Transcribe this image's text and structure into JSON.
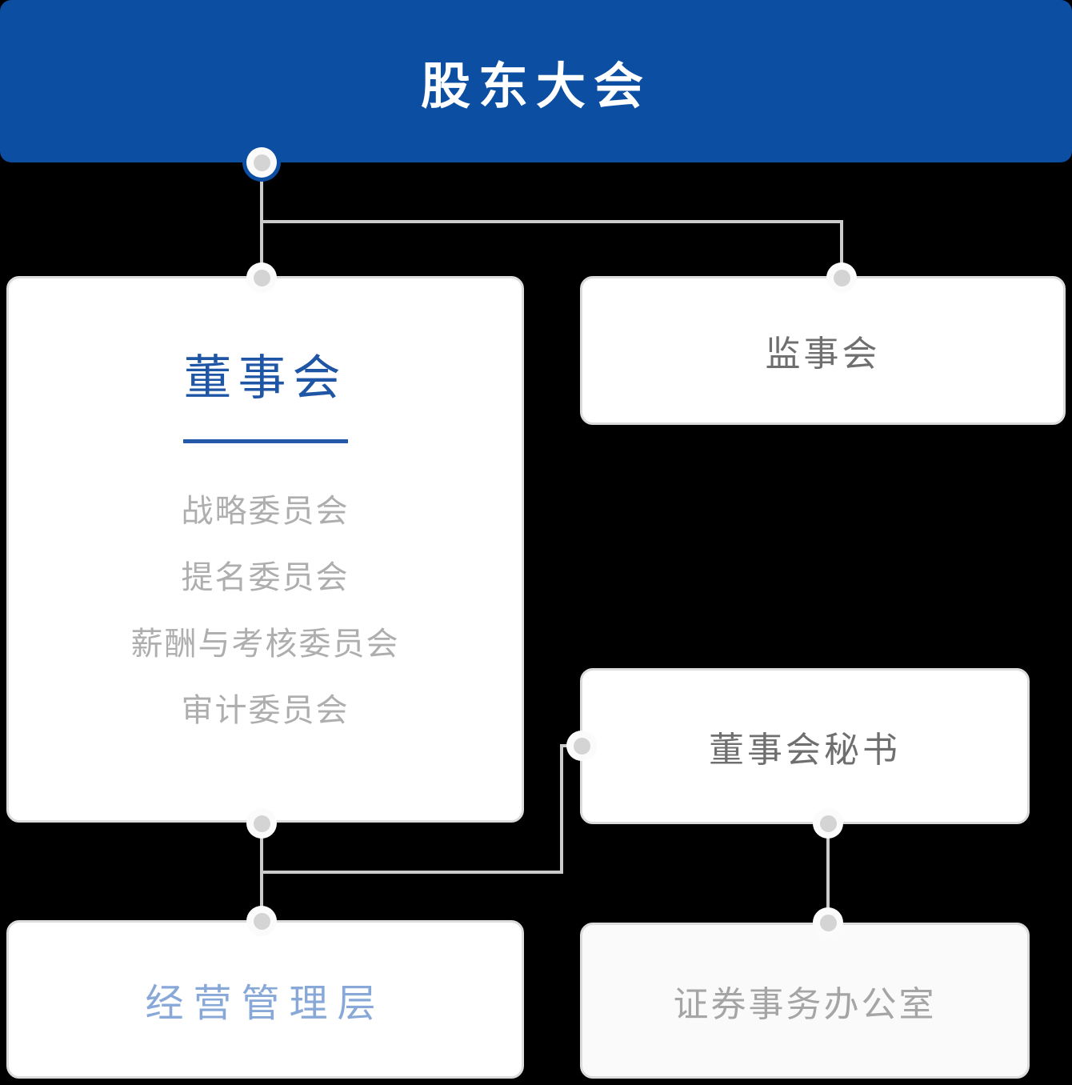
{
  "org_chart": {
    "root": {
      "label": "股东大会"
    },
    "board": {
      "title": "董事会",
      "committees": [
        "战略委员会",
        "提名委员会",
        "薪酬与考核委员会",
        "审计委员会"
      ]
    },
    "supervisory": {
      "label": "监事会"
    },
    "secretary": {
      "label": "董事会秘书"
    },
    "management": {
      "label": "经营管理层"
    },
    "securities_office": {
      "label": "证券事务办公室"
    },
    "colors": {
      "banner_blue": "#0B4EA2",
      "board_title_blue": "#1F55A5",
      "management_blue": "#88A8D8",
      "label_gray": "#6F6F6F",
      "committee_gray": "#AEAEAE",
      "securities_gray": "#A5A5A5",
      "connector_gray": "#CBCBCB",
      "node_border_gray": "#DCDCDC",
      "dot_core_gray": "#D4D4D4",
      "background": "#000000"
    }
  }
}
